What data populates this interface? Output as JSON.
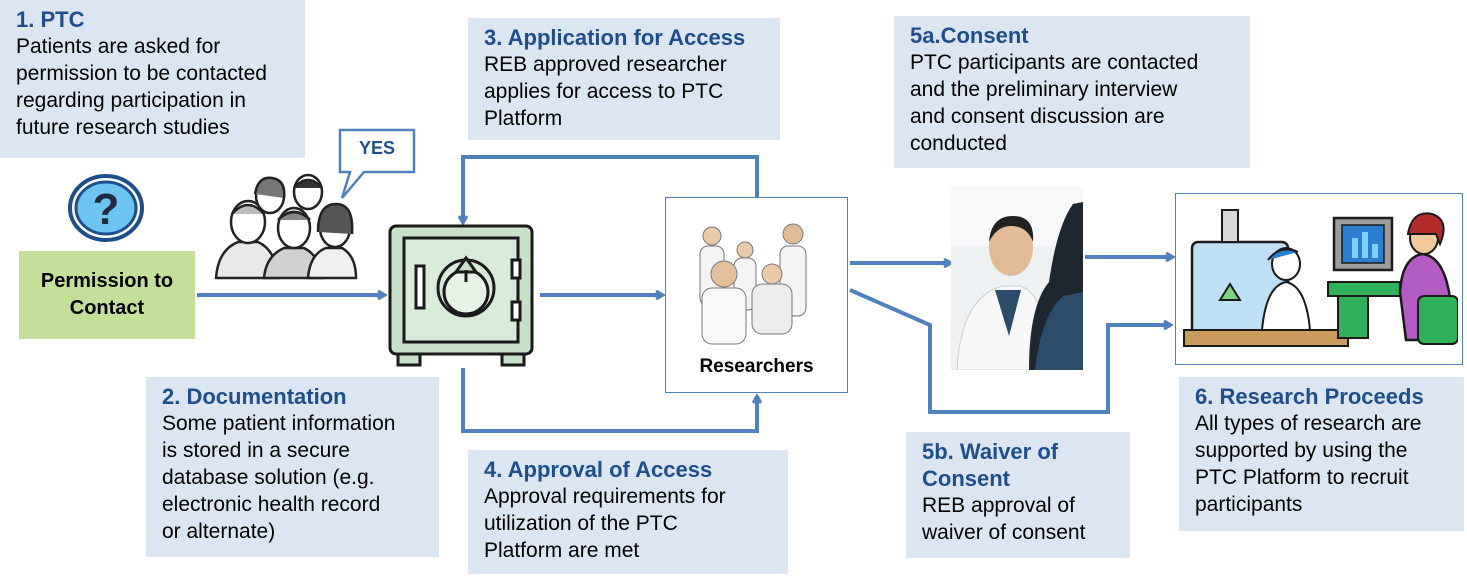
{
  "boxes": {
    "ptc": {
      "title": "1.  PTC",
      "lines": [
        "Patients are asked for",
        "permission to be contacted",
        "regarding participation in",
        "future research studies"
      ]
    },
    "documentation": {
      "title": "2. Documentation",
      "lines": [
        "Some patient information",
        "is stored in a secure",
        "database solution (e.g.",
        "electronic health record",
        "or alternate)"
      ]
    },
    "application": {
      "title": "3. Application for Access",
      "lines": [
        "REB approved researcher",
        "applies for access to PTC",
        "Platform"
      ]
    },
    "approval": {
      "title": "4. Approval of Access",
      "lines": [
        "Approval requirements for",
        "utilization of the PTC",
        "Platform are met"
      ]
    },
    "consent": {
      "title": "5a.Consent",
      "lines": [
        "PTC participants are contacted",
        "and the preliminary interview",
        "and consent discussion are",
        "conducted"
      ]
    },
    "waiver": {
      "title_lines": [
        "5b. Waiver of",
        "Consent"
      ],
      "lines": [
        "REB approval of",
        "waiver of consent"
      ]
    },
    "research": {
      "title": "6. Research Proceeds",
      "lines": [
        "All types of research are",
        "supported by using the",
        "PTC Platform to recruit",
        "participants"
      ]
    }
  },
  "permission": {
    "lines": [
      "Permission to",
      "Contact"
    ]
  },
  "speech_bubble": {
    "text": "YES"
  },
  "researchers": {
    "label": "Researchers"
  },
  "icons": {
    "question": "question-mark-icon",
    "patients": "patients-group-icon",
    "safe": "secure-database-safe-icon",
    "researchers": "researchers-photo",
    "consultation": "doctor-patient-photo",
    "laboratory": "laboratory-research-icon"
  },
  "colors": {
    "box_fill": "#dce6f2",
    "title_text": "#1f4e8c",
    "arrow": "#4f81bd",
    "permission_fill": "#c3df9a",
    "safe_fill": "#c8e0c8"
  }
}
